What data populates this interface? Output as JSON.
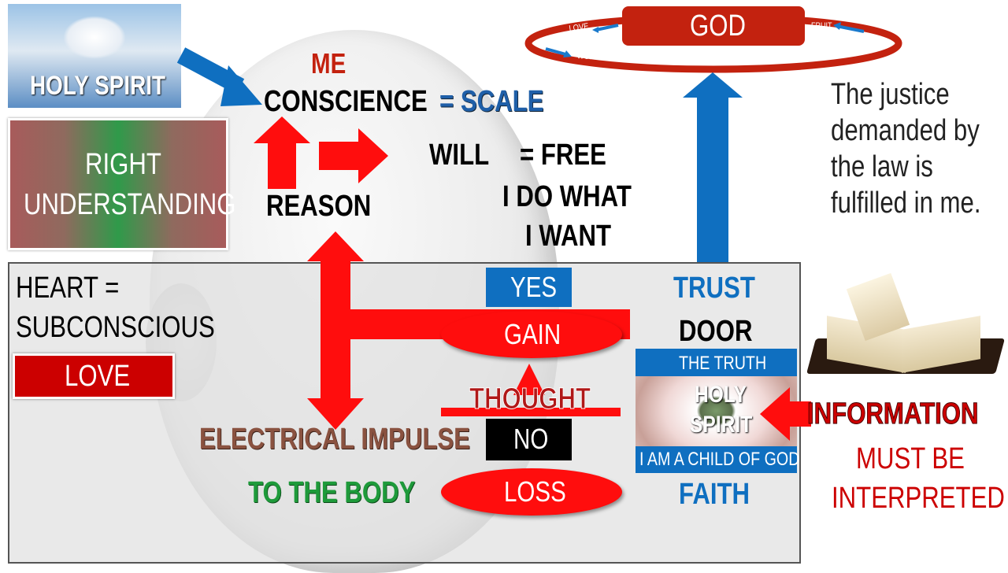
{
  "top_left": {
    "holy_spirit": "HOLY SPIRIT",
    "right_understanding_1": "RIGHT",
    "right_understanding_2": "UNDERSTANDING"
  },
  "mind": {
    "me": "ME",
    "conscience": "CONSCIENCE",
    "scale": "= SCALE",
    "reason": "REASON",
    "will": "WILL",
    "free": "= FREE",
    "do_what": "I DO WHAT",
    "want": "I WANT"
  },
  "heart": {
    "line1": "HEART =",
    "line2": "SUBCONSCIOUS",
    "love": "LOVE",
    "yes": "YES",
    "gain": "GAIN",
    "thought": "THOUGHT",
    "no": "NO",
    "loss": "LOSS",
    "electrical": "ELECTRICAL IMPULSE",
    "body": "TO THE BODY",
    "trust": "TRUST",
    "door": "DOOR",
    "the_truth": "THE TRUTH",
    "eye_holy": "HOLY",
    "eye_spirit": "SPIRIT",
    "child": "I AM A CHILD OF GOD",
    "faith": "FAITH"
  },
  "god": {
    "label": "GOD",
    "love": "LOVE",
    "fruit": "FRUIT",
    "word": "WORD OF GOD"
  },
  "justice": {
    "l1": "The justice",
    "l2": "demanded by",
    "l3": "the law is",
    "l4": "fulfilled in me."
  },
  "info": {
    "information": "INFORMATION",
    "must": "MUST BE",
    "interpreted": "INTERPRETED"
  },
  "colors": {
    "red": "#ff0d0d",
    "blue": "#0f6fc0",
    "darkred": "#c3220f",
    "brown": "#8a5240",
    "green": "#1e9a3a"
  }
}
